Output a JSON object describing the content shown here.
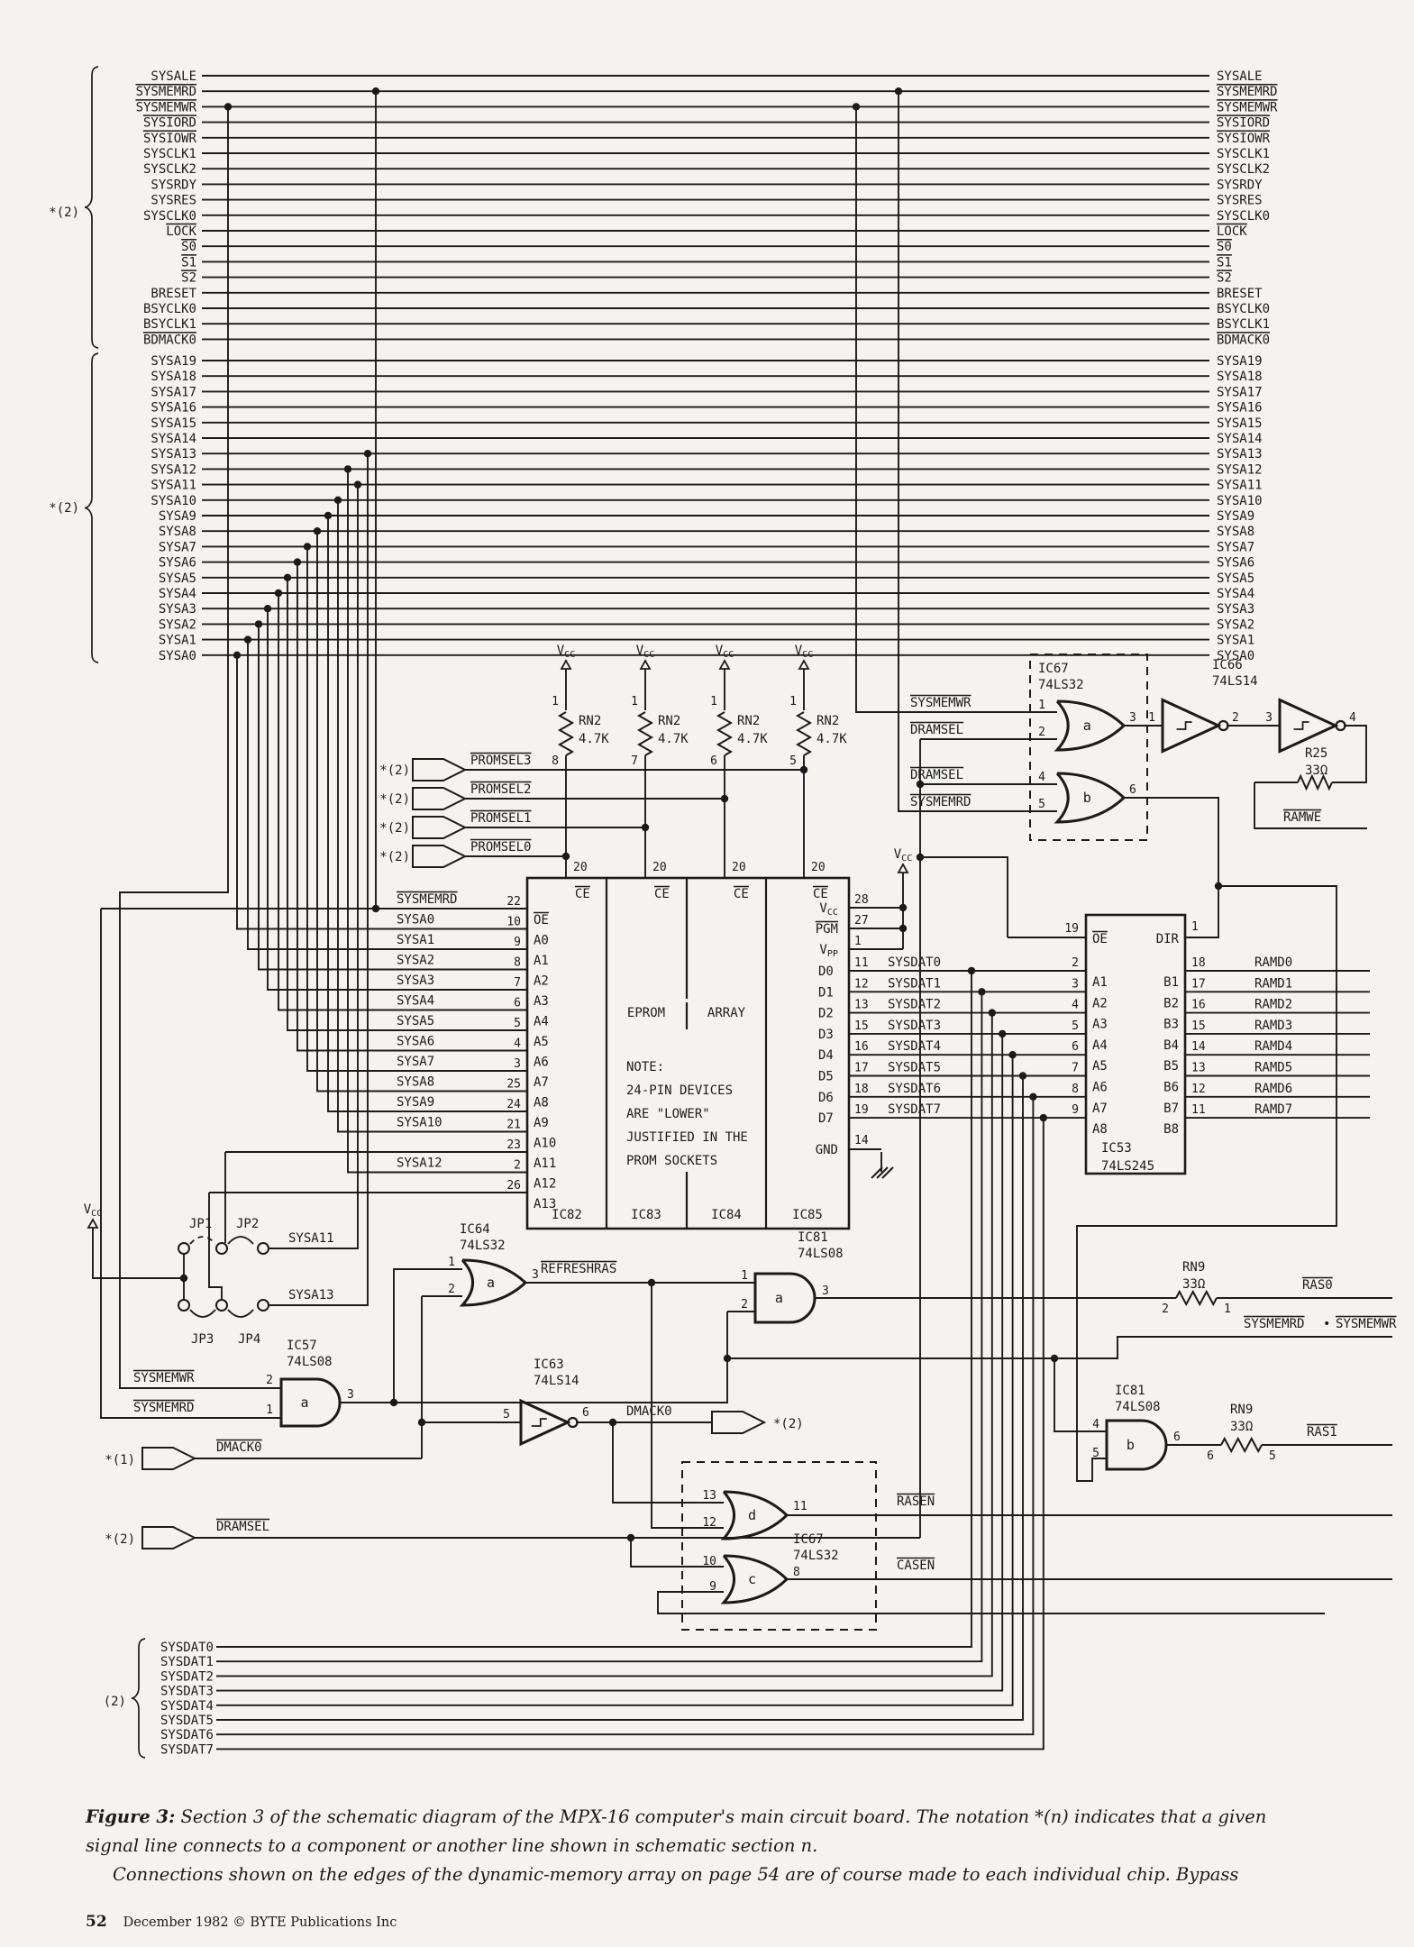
{
  "page": {
    "bg": "#f4f3ef",
    "ink": "#1b1b1b"
  },
  "buses": {
    "control": {
      "tag": "*(2)",
      "signals": [
        {
          "t": "SYSALE"
        },
        {
          "t": "SYSMEMRD",
          "ov": true
        },
        {
          "t": "SYSMEMWR",
          "ov": true
        },
        {
          "t": "SYSIORD",
          "ov": true
        },
        {
          "t": "SYSIOWR",
          "ov": true
        },
        {
          "t": "SYSCLK1"
        },
        {
          "t": "SYSCLK2"
        },
        {
          "t": "SYSRDY"
        },
        {
          "t": "SYSRES"
        },
        {
          "t": "SYSCLK0"
        },
        {
          "t": "LOCK",
          "ov": true
        },
        {
          "t": "S0",
          "ov": true
        },
        {
          "t": "S1",
          "ov": true
        },
        {
          "t": "S2",
          "ov": true
        },
        {
          "t": "BRESET"
        },
        {
          "t": "BSYCLK0"
        },
        {
          "t": "BSYCLK1"
        },
        {
          "t": "BDMACK0",
          "ov": true
        }
      ]
    },
    "address": {
      "tag": "*(2)",
      "signals": [
        {
          "t": "SYSA19"
        },
        {
          "t": "SYSA18"
        },
        {
          "t": "SYSA17"
        },
        {
          "t": "SYSA16"
        },
        {
          "t": "SYSA15"
        },
        {
          "t": "SYSA14"
        },
        {
          "t": "SYSA13"
        },
        {
          "t": "SYSA12"
        },
        {
          "t": "SYSA11"
        },
        {
          "t": "SYSA10"
        },
        {
          "t": "SYSA9"
        },
        {
          "t": "SYSA8"
        },
        {
          "t": "SYSA7"
        },
        {
          "t": "SYSA6"
        },
        {
          "t": "SYSA5"
        },
        {
          "t": "SYSA4"
        },
        {
          "t": "SYSA3"
        },
        {
          "t": "SYSA2"
        },
        {
          "t": "SYSA1"
        },
        {
          "t": "SYSA0"
        }
      ]
    },
    "data": {
      "tag": "(2)",
      "signals": [
        {
          "t": "SYSDAT0"
        },
        {
          "t": "SYSDAT1"
        },
        {
          "t": "SYSDAT2"
        },
        {
          "t": "SYSDAT3"
        },
        {
          "t": "SYSDAT4"
        },
        {
          "t": "SYSDAT5"
        },
        {
          "t": "SYSDAT6"
        },
        {
          "t": "SYSDAT7"
        }
      ]
    }
  },
  "pullups": {
    "vcc": "VCC",
    "pin_top": "1",
    "name": "RN2",
    "value": "4.7K",
    "pins_bottom": [
      "8",
      "7",
      "6",
      "5"
    ]
  },
  "promsel": {
    "tag": "*(2)",
    "labels": [
      "PROMSEL3",
      "PROMSEL2",
      "PROMSEL1",
      "PROMSEL0"
    ]
  },
  "eprom": {
    "title_left": "EPROM",
    "title_right": "ARRAY",
    "note": [
      "NOTE:",
      "24-PIN DEVICES",
      "ARE \"LOWER\"",
      "JUSTIFIED IN THE",
      "PROM SOCKETS"
    ],
    "chips": [
      "IC82",
      "IC83",
      "IC84",
      "IC85"
    ],
    "ce_label": "CE",
    "ce_pin": "20",
    "left_pins": [
      {
        "sig": "SYSMEMRD",
        "ov": true,
        "pin": "22",
        "name": "OE",
        "name_ov": true
      },
      {
        "sig": "SYSA0",
        "pin": "10",
        "name": "A0"
      },
      {
        "sig": "SYSA1",
        "pin": "9",
        "name": "A1"
      },
      {
        "sig": "SYSA2",
        "pin": "8",
        "name": "A2"
      },
      {
        "sig": "SYSA3",
        "pin": "7",
        "name": "A3"
      },
      {
        "sig": "SYSA4",
        "pin": "6",
        "name": "A4"
      },
      {
        "sig": "SYSA5",
        "pin": "5",
        "name": "A5"
      },
      {
        "sig": "SYSA6",
        "pin": "4",
        "name": "A6"
      },
      {
        "sig": "SYSA7",
        "pin": "3",
        "name": "A7"
      },
      {
        "sig": "SYSA8",
        "pin": "25",
        "name": "A8"
      },
      {
        "sig": "SYSA9",
        "pin": "24",
        "name": "A9"
      },
      {
        "sig": "SYSA10",
        "pin": "21",
        "name": "A10"
      },
      {
        "sig": "",
        "pin": "23",
        "name": "A11"
      },
      {
        "sig": "SYSA12",
        "pin": "2",
        "name": "A12"
      },
      {
        "sig": "",
        "pin": "26",
        "name": "A13"
      }
    ],
    "right_top": [
      {
        "pin": "28",
        "name": "VCC",
        "sub": true
      },
      {
        "pin": "27",
        "name": "PGM",
        "ov": true
      },
      {
        "pin": "1",
        "name": "VPP",
        "sub": true
      }
    ],
    "data_pins": [
      {
        "pin": "11",
        "name": "D0",
        "sig": "SYSDAT0"
      },
      {
        "pin": "12",
        "name": "D1",
        "sig": "SYSDAT1"
      },
      {
        "pin": "13",
        "name": "D2",
        "sig": "SYSDAT2"
      },
      {
        "pin": "15",
        "name": "D3",
        "sig": "SYSDAT3"
      },
      {
        "pin": "16",
        "name": "D4",
        "sig": "SYSDAT4"
      },
      {
        "pin": "17",
        "name": "D5",
        "sig": "SYSDAT5"
      },
      {
        "pin": "18",
        "name": "D6",
        "sig": "SYSDAT6"
      },
      {
        "pin": "19",
        "name": "D7",
        "sig": "SYSDAT7"
      }
    ],
    "gnd": {
      "pin": "14",
      "name": "GND"
    },
    "vcc": "VCC"
  },
  "ic53": {
    "name": "IC53",
    "part": "74LS245",
    "oe_label": "OE",
    "oe_pin": "19",
    "dir_label": "DIR",
    "dir_pin": "1",
    "pairs": [
      {
        "a": "A1",
        "apin": "2",
        "b": "B1",
        "bpin": "18",
        "sig": "RAMD0"
      },
      {
        "a": "A2",
        "apin": "3",
        "b": "B2",
        "bpin": "17",
        "sig": "RAMD1"
      },
      {
        "a": "A3",
        "apin": "4",
        "b": "B3",
        "bpin": "16",
        "sig": "RAMD2"
      },
      {
        "a": "A4",
        "apin": "5",
        "b": "B4",
        "bpin": "15",
        "sig": "RAMD3"
      },
      {
        "a": "A5",
        "apin": "6",
        "b": "B5",
        "bpin": "14",
        "sig": "RAMD4"
      },
      {
        "a": "A6",
        "apin": "7",
        "b": "B6",
        "bpin": "13",
        "sig": "RAMD5"
      },
      {
        "a": "A7",
        "apin": "8",
        "b": "B7",
        "bpin": "12",
        "sig": "RAMD6"
      },
      {
        "a": "A8",
        "apin": "9",
        "b": "B8",
        "bpin": "11",
        "sig": "RAMD7"
      }
    ]
  },
  "ic67_top": {
    "name": "IC67",
    "part": "74LS32",
    "a": {
      "label": "a",
      "in": [
        {
          "sig": "SYSMEMWR",
          "pin": "1"
        },
        {
          "sig": "DRAMSEL",
          "pin": "2"
        }
      ],
      "out": "3"
    },
    "b": {
      "label": "b",
      "in": [
        {
          "sig": "DRAMSEL",
          "pin": "4"
        },
        {
          "sig": "SYSMEMRD",
          "pin": "5"
        }
      ],
      "out": "6"
    }
  },
  "ic66": {
    "name": "IC66",
    "part": "74LS14",
    "inv1": {
      "in": "1",
      "out": "2"
    },
    "inv2": {
      "in": "3",
      "out": "4"
    }
  },
  "r25": {
    "name": "R25",
    "value": "33Ω",
    "signal": "RAMWE"
  },
  "jumpers": {
    "vcc": "VCC",
    "jp": [
      "JP1",
      "JP2",
      "JP3",
      "JP4"
    ],
    "sig_a": "SYSA11",
    "sig_b": "SYSA13"
  },
  "ic64": {
    "name": "IC64",
    "part": "74LS32",
    "gate": "a",
    "in": [
      "1",
      "2"
    ],
    "out": "3",
    "signal": "REFRESHRAS"
  },
  "ic57": {
    "name": "IC57",
    "part": "74LS08",
    "gate": "a",
    "in": [
      {
        "sig": "SYSMEMWR",
        "pin": "2"
      },
      {
        "sig": "SYSMEMRD",
        "pin": "1"
      }
    ],
    "out": "3"
  },
  "ic63": {
    "name": "IC63",
    "part": "74LS14",
    "in": "5",
    "out": "6",
    "signal": "DMACK0"
  },
  "conn": {
    "dmack_in": {
      "tag": "*(1)",
      "label": "DMACK0"
    },
    "dramsel": {
      "tag": "*(2)",
      "label": "DRAMSEL"
    },
    "dmack_out": {
      "tag": "*(2)"
    }
  },
  "ic67_bot": {
    "name": "IC67",
    "part": "74LS32",
    "d": {
      "label": "d",
      "in": [
        "13",
        "12"
      ],
      "out": "11",
      "signal": "RASEN"
    },
    "c": {
      "label": "c",
      "in": [
        "10",
        "9"
      ],
      "out": "8",
      "signal": "CASEN"
    }
  },
  "ic81": {
    "name": "IC81",
    "part": "74LS08",
    "a": {
      "label": "a",
      "in": [
        "1",
        "2"
      ],
      "out": "3"
    },
    "b": {
      "label": "b",
      "in": [
        "4",
        "5"
      ],
      "out": "6"
    }
  },
  "rn9": {
    "name": "RN9",
    "value": "33Ω",
    "a": {
      "pins": [
        "2",
        "1"
      ],
      "signal": "RAS0"
    },
    "b": {
      "pins": [
        "6",
        "5"
      ],
      "signal": "RAS1"
    }
  },
  "right_signals": {
    "mem_rw_a": "SYSMEMRD",
    "mem_rw_sep": "•",
    "mem_rw_b": "SYSMEMWR"
  },
  "caption": {
    "figure_label": "Figure 3:",
    "line1": "Section 3 of the schematic diagram of the MPX-16 computer's main circuit board. The notation *(n) indicates that a given",
    "line2": "signal line connects to a component or another line shown in schematic section n.",
    "line3": "Connections shown on the edges of the dynamic-memory array on page 54 are of course made to each individual chip. Bypass"
  },
  "footer": {
    "page_number": "52",
    "text": "December 1982 © BYTE Publications Inc"
  }
}
